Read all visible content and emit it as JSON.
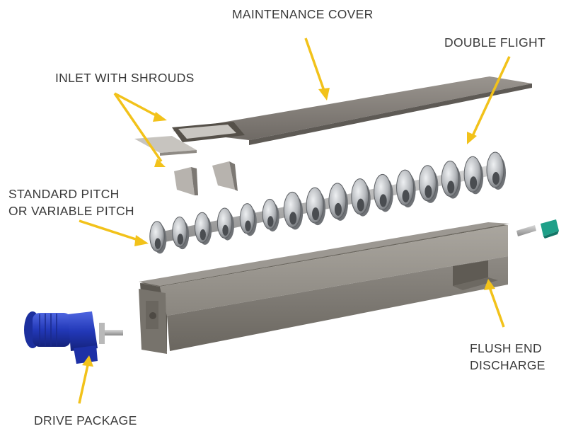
{
  "labels": {
    "maintenance_cover": "MAINTENANCE COVER",
    "double_flight": "DOUBLE FLIGHT",
    "inlet_with_shrouds": "INLET WITH SHROUDS",
    "standard_pitch_line1": "STANDARD PITCH",
    "standard_pitch_line2": "OR VARIABLE PITCH",
    "flush_end_line1": "FLUSH END",
    "flush_end_line2": "DISCHARGE",
    "drive_package": "DRIVE PACKAGE"
  },
  "colors": {
    "arrow": "#f2c21a",
    "label_text": "#3a3a3a",
    "trough": "#7d7a74",
    "cover": "#8a8580",
    "flight": "#b9bcbf",
    "motor": "#2238b8",
    "end_bearing": "#1fa089"
  }
}
